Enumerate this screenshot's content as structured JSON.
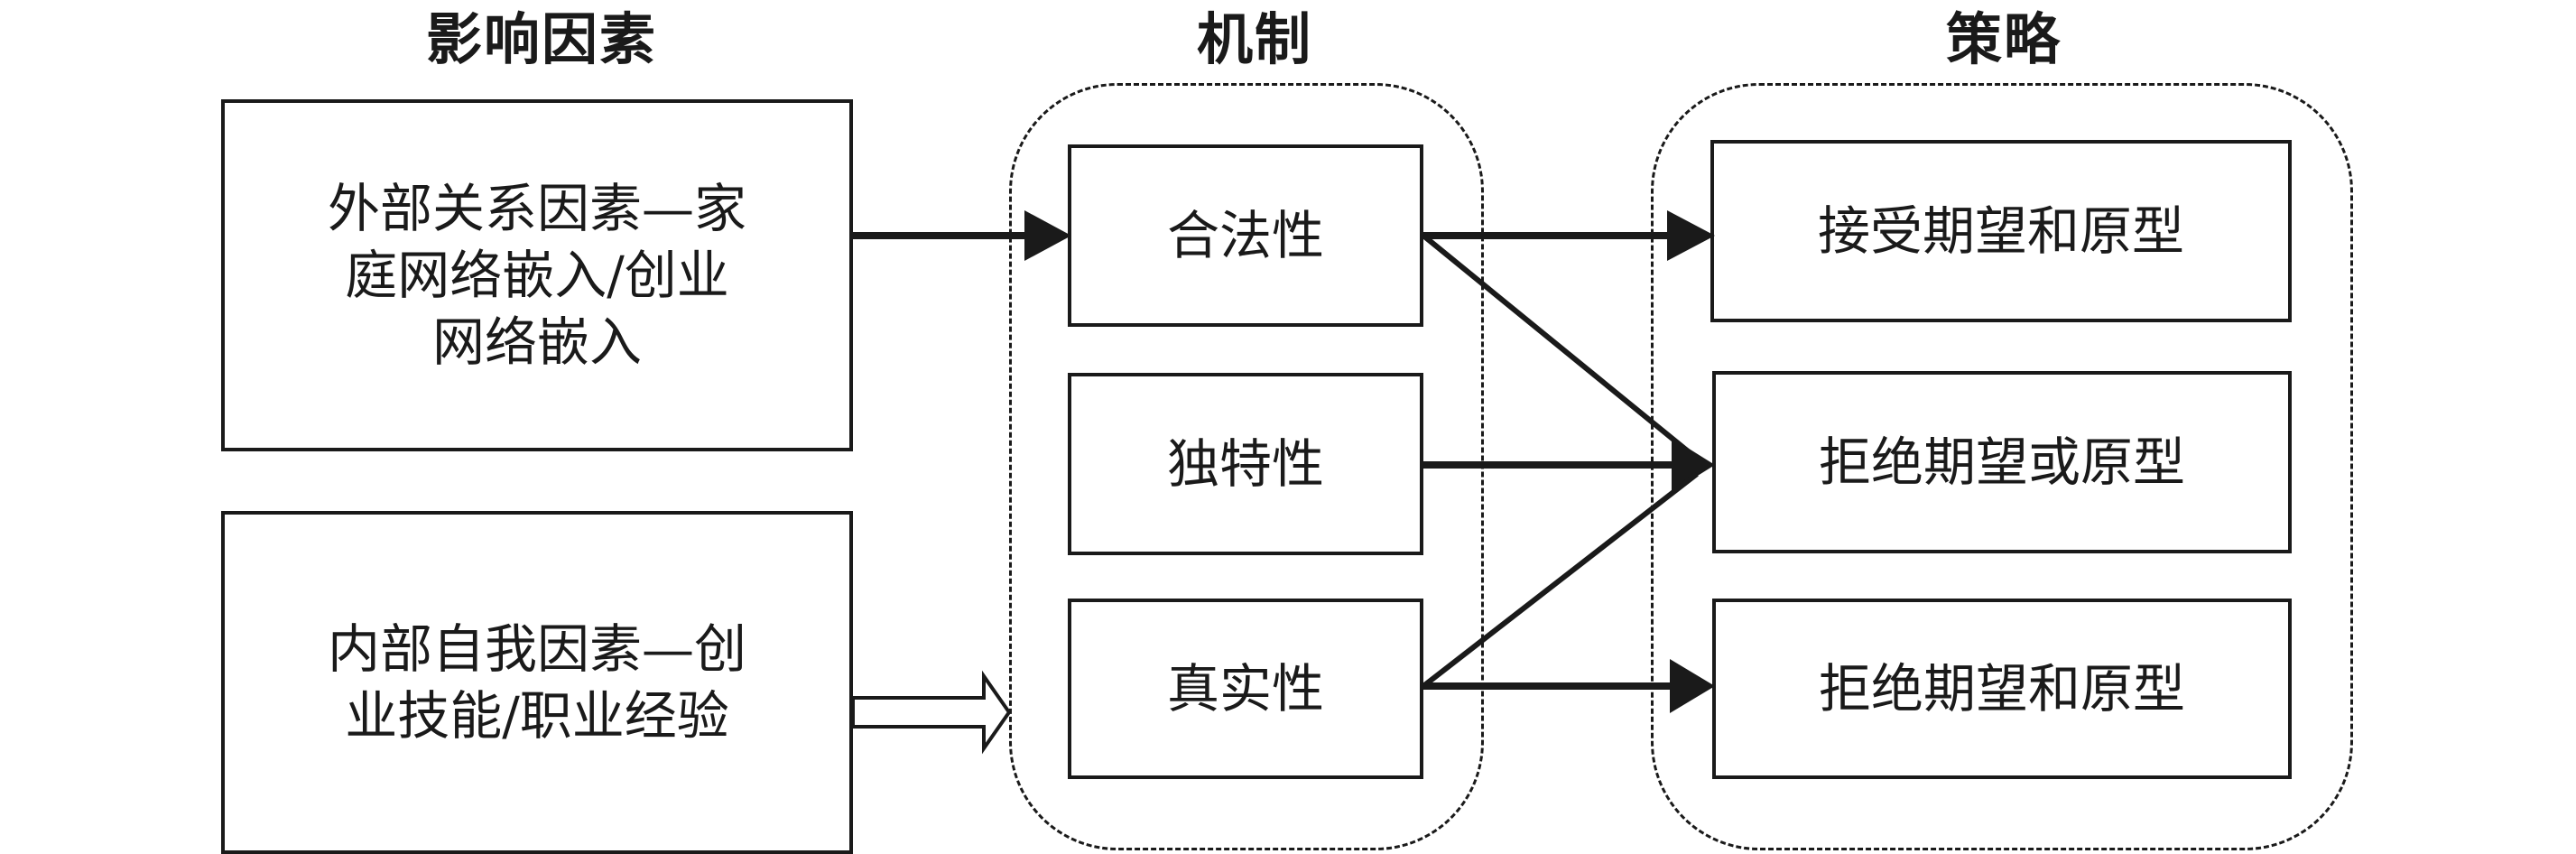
{
  "columns": {
    "factors": "影响因素",
    "mechanisms": "机制",
    "strategies": "策略"
  },
  "factors": [
    {
      "id": "external",
      "lines": [
        "外部关系因素—家",
        "庭网络嵌入/创业",
        "网络嵌入"
      ]
    },
    {
      "id": "internal",
      "lines": [
        "内部自我因素—创",
        "业技能/职业经验"
      ]
    }
  ],
  "mechanisms": [
    {
      "id": "legitimacy",
      "label": "合法性"
    },
    {
      "id": "uniqueness",
      "label": "独特性"
    },
    {
      "id": "authenticity",
      "label": "真实性"
    }
  ],
  "strategies": [
    {
      "id": "accept",
      "label": "接受期望和原型"
    },
    {
      "id": "reject-or",
      "label": "拒绝期望或原型"
    },
    {
      "id": "reject-and",
      "label": "拒绝期望和原型"
    }
  ],
  "links": [
    {
      "from": "external",
      "to": "mechanism-group",
      "style": "solid-arrow"
    },
    {
      "from": "internal",
      "to": "mechanism-group",
      "style": "hollow-arrow"
    },
    {
      "from": "legitimacy",
      "to": "accept",
      "style": "solid-arrow"
    },
    {
      "from": "legitimacy",
      "to": "reject-or",
      "style": "solid-arrow"
    },
    {
      "from": "uniqueness",
      "to": "reject-or",
      "style": "solid-arrow"
    },
    {
      "from": "authenticity",
      "to": "reject-or",
      "style": "solid-arrow"
    },
    {
      "from": "authenticity",
      "to": "reject-and",
      "style": "solid-arrow"
    }
  ]
}
